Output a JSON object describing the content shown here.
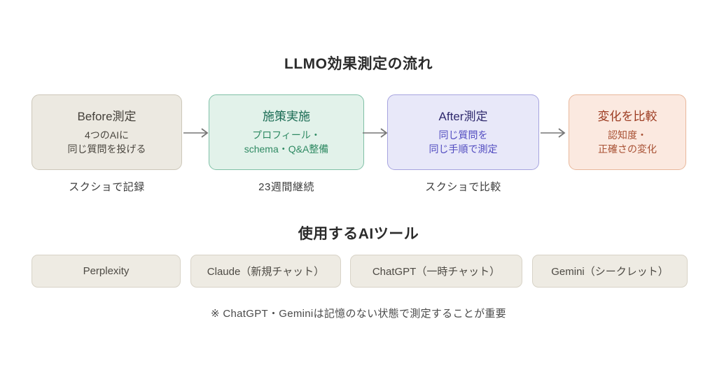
{
  "flow": {
    "title": "LLMO効果測定の流れ",
    "steps": [
      {
        "title": "Before測定",
        "sub1": "4つのAIに",
        "sub2": "同じ質問を投げる",
        "caption": "スクショで記録",
        "fill": "#ece9e1",
        "border": "#cdc7b9",
        "text": "#44403a"
      },
      {
        "title": "施策実施",
        "sub1": "プロフィール・",
        "sub2": "schema・Q&A整備",
        "caption": "23週間継続",
        "fill": "#e2f2ea",
        "border": "#7fc0a6",
        "text": "#2f8a63"
      },
      {
        "title": "After測定",
        "sub1": "同じ質問を",
        "sub2": "同じ手順で測定",
        "caption": "スクショで比較",
        "fill": "#e8e8f9",
        "border": "#a6a3df",
        "text": "#514bc0"
      },
      {
        "title": "変化を比較",
        "sub1": "認知度・",
        "sub2": "正確さの変化",
        "caption": "",
        "fill": "#fbe9e0",
        "border": "#e8b79b",
        "text": "#a85134"
      }
    ],
    "arrow_color": "#777777"
  },
  "tools": {
    "title": "使用するAIツール",
    "items": [
      {
        "label": "Perplexity"
      },
      {
        "label": "Claude（新規チャット）"
      },
      {
        "label": "ChatGPT（一時チャット）"
      },
      {
        "label": "Gemini（シークレット）"
      }
    ],
    "footnote": "※ ChatGPT・Geminiは記憶のない状態で測定することが重要"
  }
}
